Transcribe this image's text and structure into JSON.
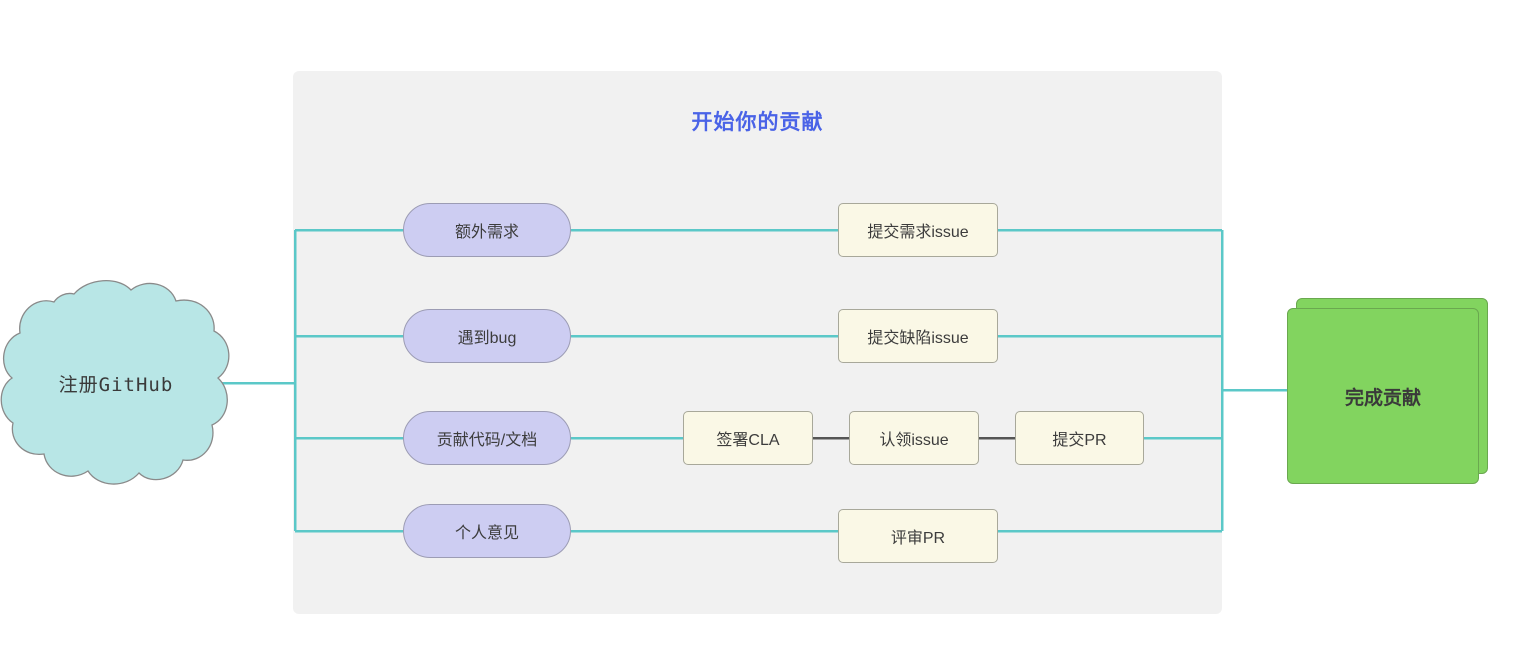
{
  "diagram": {
    "title": "开始你的贡献",
    "title_color": "#4a63e7",
    "panel_color": "#f1f1f1",
    "background_color": "#ffffff",
    "connector_color": "#5bc8c8",
    "connector_dark_color": "#555555"
  },
  "start_node": {
    "label": "注册GitHub",
    "shape": "cloud",
    "fill": "#b8e6e6",
    "stroke": "#8a8a8a"
  },
  "branches": [
    {
      "label": "额外需求",
      "fill": "#cdcdf2",
      "stroke": "#9c9cb4"
    },
    {
      "label": "遇到bug",
      "fill": "#cdcdf2",
      "stroke": "#9c9cb4"
    },
    {
      "label": "贡献代码/文档",
      "fill": "#cdcdf2",
      "stroke": "#9c9cb4"
    },
    {
      "label": "个人意见",
      "fill": "#cdcdf2",
      "stroke": "#9c9cb4"
    }
  ],
  "actions": {
    "row1": [
      {
        "label": "提交需求issue"
      }
    ],
    "row2": [
      {
        "label": "提交缺陷issue"
      }
    ],
    "row3": [
      {
        "label": "签署CLA"
      },
      {
        "label": "认领issue"
      },
      {
        "label": "提交PR"
      }
    ],
    "row4": [
      {
        "label": "评审PR"
      }
    ],
    "fill": "#faf8e6",
    "stroke": "#a8a89a"
  },
  "end_node": {
    "label": "完成贡献",
    "shape": "stacked-rectangle",
    "fill": "#82d45f",
    "stroke": "#6aa84f"
  }
}
